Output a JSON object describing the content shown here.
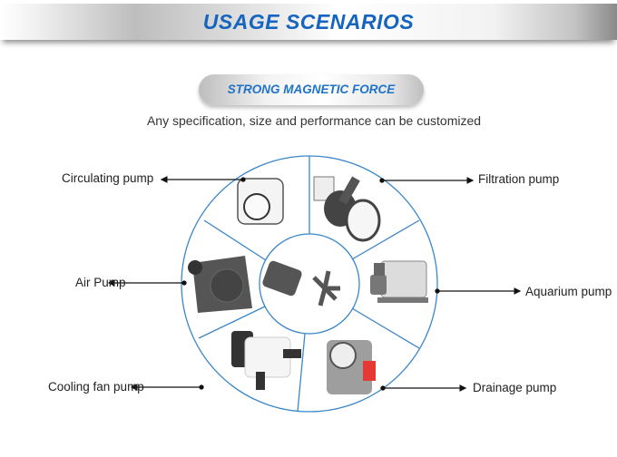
{
  "header": {
    "title": "USAGE SCENARIOS"
  },
  "badge": {
    "label": "STRONG MAGNETIC FORCE"
  },
  "subtitle": "Any specification, size and performance can be customized",
  "center_item": {
    "name": "Magnetic rotor impeller",
    "icon": "rotor-impeller-image"
  },
  "scenarios": [
    {
      "label": "Circulating pump",
      "side": "left"
    },
    {
      "label": "Filtration pump",
      "side": "right"
    },
    {
      "label": "Air Pump",
      "side": "left"
    },
    {
      "label": "Aquarium pump",
      "side": "right"
    },
    {
      "label": "Cooling fan pump",
      "side": "left"
    },
    {
      "label": "Drainage pump",
      "side": "right"
    }
  ],
  "colors": {
    "accent": "#1565c0",
    "circle_line": "#3b86c8",
    "connector": "#111111"
  }
}
